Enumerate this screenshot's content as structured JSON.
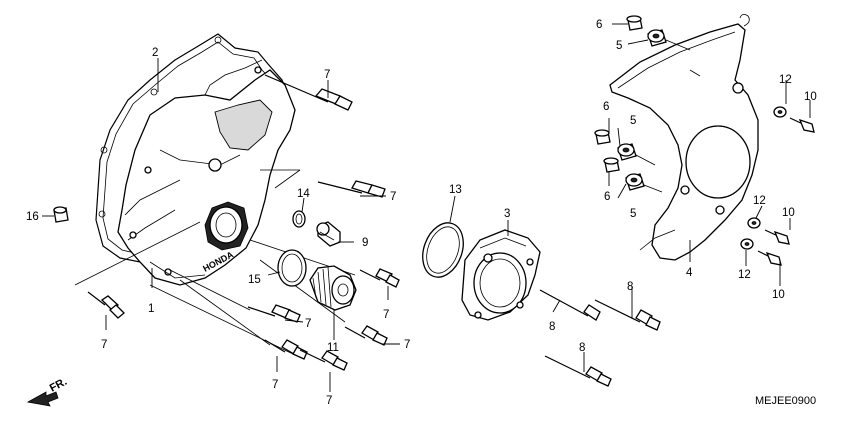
{
  "callouts": {
    "c1": "1",
    "c2": "2",
    "c3": "3",
    "c4": "4",
    "c5a": "5",
    "c5b": "5",
    "c5c": "5",
    "c6a": "6",
    "c6b": "6",
    "c6c": "6",
    "c7a": "7",
    "c7b": "7",
    "c7c": "7",
    "c7d": "7",
    "c7e": "7",
    "c7f": "7",
    "c7g": "7",
    "c7h": "7",
    "c8a": "8",
    "c8b": "8",
    "c8c": "8",
    "c9": "9",
    "c10a": "10",
    "c10b": "10",
    "c10c": "10",
    "c11": "11",
    "c12a": "12",
    "c12b": "12",
    "c12c": "12",
    "c13": "13",
    "c14": "14",
    "c15": "15",
    "c16": "16"
  },
  "direction_label": "FR.",
  "brand_mark": "HONDA",
  "diagram_code": "MEJEE0900"
}
